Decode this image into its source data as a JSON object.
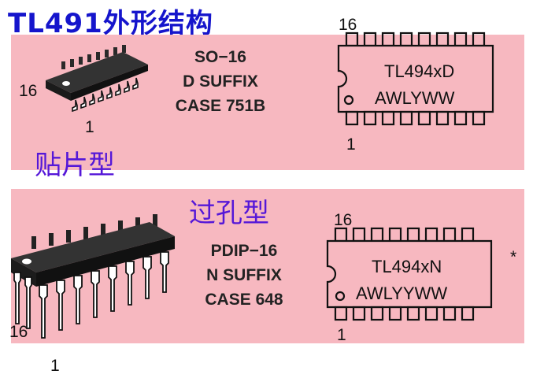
{
  "title": "TL491外形结构",
  "smd": {
    "type_label": "贴片型",
    "package_lines": [
      "SO−16",
      "D SUFFIX",
      "CASE 751B"
    ],
    "pin_high": "16",
    "pin_low": "1",
    "marking_pin_high": "16",
    "marking_pin_low": "1",
    "marking_line1": "TL494xD",
    "marking_line2": "AWLYWW"
  },
  "tht": {
    "type_label": "过孔型",
    "package_lines": [
      "PDIP−16",
      "N SUFFIX",
      "CASE 648"
    ],
    "pin_high": "16",
    "pin_low": "1",
    "marking_pin_high": "16",
    "marking_pin_low": "1",
    "marking_line1": "TL494xN",
    "marking_line2": "AWLYYWW",
    "asterisk": "*"
  },
  "colors": {
    "panel": "#f7b8c0",
    "title": "#1515cc",
    "type_label": "#5517d8"
  }
}
